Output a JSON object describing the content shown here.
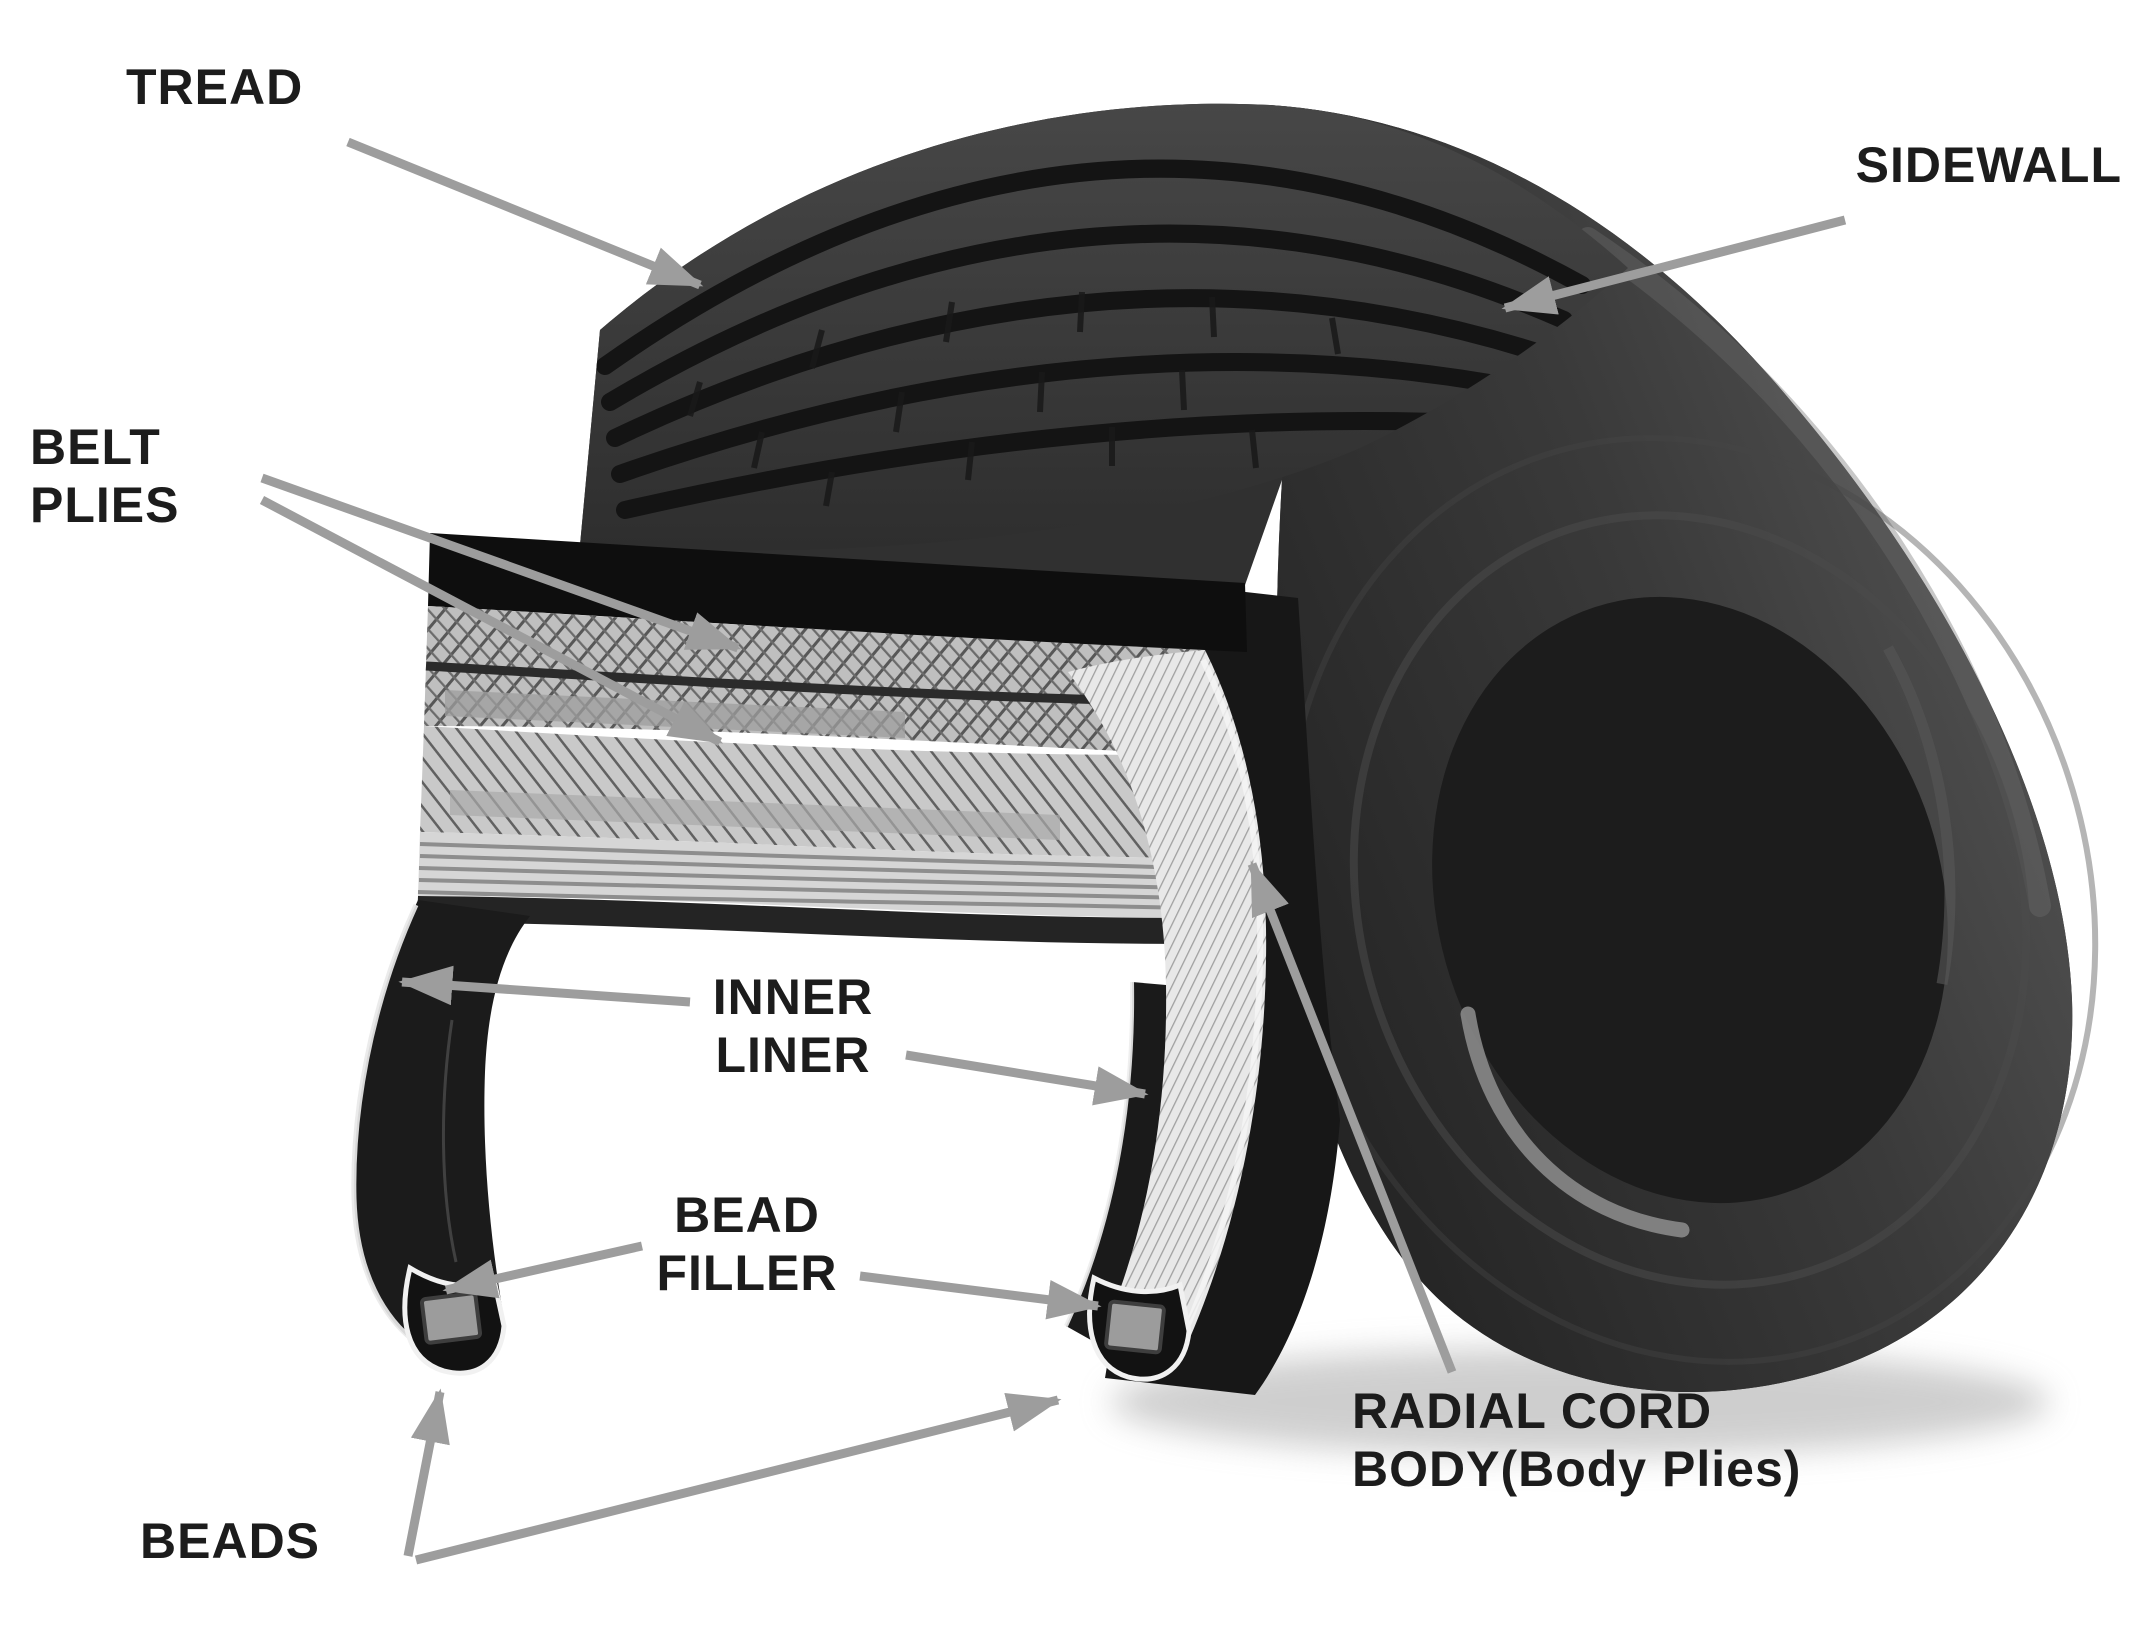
{
  "labels": {
    "tread": "TREAD",
    "sidewall": "SIDEWALL",
    "belt_plies": {
      "line1": "BELT",
      "line2": "PLIES"
    },
    "inner_liner": {
      "line1": "INNER",
      "line2": "LINER"
    },
    "bead_filler": {
      "line1": "BEAD",
      "line2": "FILLER"
    },
    "beads": "BEADS",
    "radial_cord_body": {
      "line1": "RADIAL CORD",
      "line2": "BODY(Body Plies)"
    }
  },
  "colors": {
    "background": "#ffffff",
    "label_text": "#1c1c1c",
    "arrow_gray": "#9d9d9d",
    "tire_dark": "#303030",
    "tread_groove": "#141414",
    "belt_silver": "#bfbfbf",
    "cord_body_light": "#e8e8e8",
    "inner_liner_dark": "#1a1a1a",
    "bead_gray": "#9c9c9c"
  }
}
